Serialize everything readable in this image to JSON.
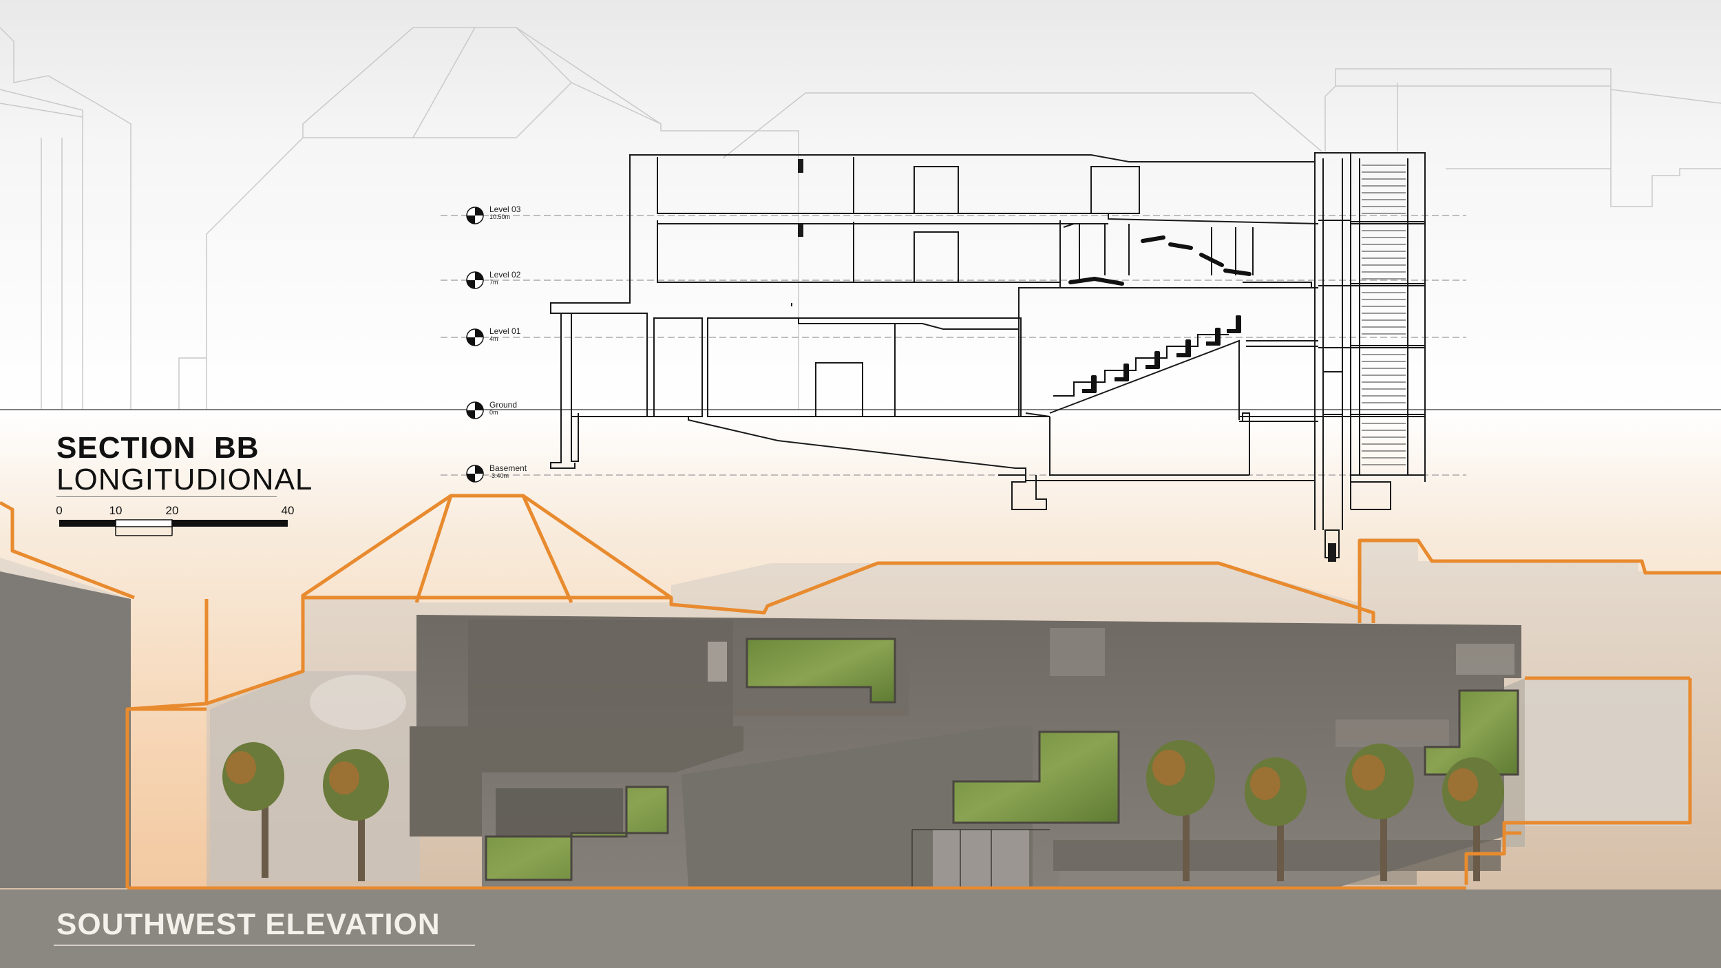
{
  "section": {
    "title_main": "SECTION  BB",
    "title_sub": "LONGITUDIONAL"
  },
  "scale_bar": {
    "labels": [
      "0",
      "10",
      "20",
      "40"
    ]
  },
  "levels": [
    {
      "name": "Level 03",
      "elevation": "10.50m"
    },
    {
      "name": "Level 02",
      "elevation": "7m"
    },
    {
      "name": "Level 01",
      "elevation": "4m"
    },
    {
      "name": "Ground",
      "elevation": "0m"
    },
    {
      "name": "Basement",
      "elevation": "-3.40m"
    }
  ],
  "elevation": {
    "title": "SOUTHWEST ELEVATION"
  },
  "colors": {
    "outline_orange": "#e88a2e",
    "ground_band": "#8b8881",
    "concrete": "#79746d",
    "green_roof": "#7a9444",
    "sky_warm": "#f6d9b8",
    "section_line": "#1a1a1a"
  }
}
